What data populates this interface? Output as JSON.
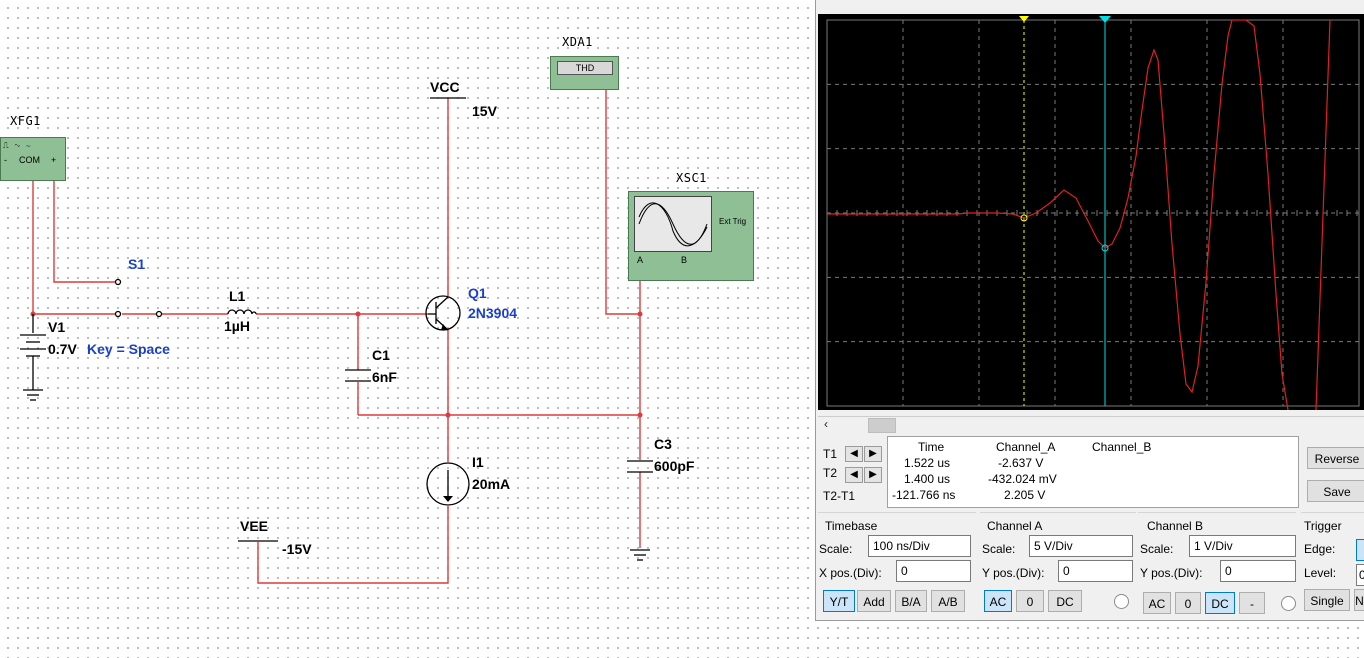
{
  "schematic": {
    "function_generator": {
      "ref": "XFG1",
      "terminals": [
        "-",
        "COM",
        "+"
      ]
    },
    "distortion_analyzer": {
      "ref": "XDA1",
      "display": "THD"
    },
    "oscilloscope_icon": {
      "ref": "XSC1",
      "ext_trig": "Ext Trig",
      "ch_a": "A",
      "ch_b": "B"
    },
    "vcc": {
      "name": "VCC",
      "value": "15V"
    },
    "vee": {
      "name": "VEE",
      "value": "-15V"
    },
    "switch": {
      "ref": "S1",
      "key": "Key = Space"
    },
    "v1": {
      "ref": "V1",
      "value": "0.7V"
    },
    "l1": {
      "ref": "L1",
      "value": "1µH"
    },
    "c1": {
      "ref": "C1",
      "value": "6nF"
    },
    "q1": {
      "ref": "Q1",
      "model": "2N3904"
    },
    "i1": {
      "ref": "I1",
      "value": "20mA"
    },
    "c3": {
      "ref": "C3",
      "value": "600pF"
    }
  },
  "scope": {
    "readout": {
      "headers": [
        "Time",
        "Channel_A",
        "Channel_B"
      ],
      "rows": [
        {
          "label": "T1",
          "time": "1.522 us",
          "a": "-2.637 V",
          "b": ""
        },
        {
          "label": "T2",
          "time": "1.400 us",
          "a": "-432.024 mV",
          "b": ""
        },
        {
          "label": "T2-T1",
          "time": "-121.766 ns",
          "a": "2.205 V",
          "b": ""
        }
      ]
    },
    "buttons": {
      "reverse": "Reverse",
      "save": "Save"
    },
    "timebase": {
      "title": "Timebase",
      "scale_label": "Scale:",
      "scale": "100 ns/Div",
      "xpos_label": "X pos.(Div):",
      "xpos": "0",
      "modes": [
        "Y/T",
        "Add",
        "B/A",
        "A/B"
      ]
    },
    "channel_a": {
      "title": "Channel A",
      "scale_label": "Scale:",
      "scale": "5  V/Div",
      "ypos_label": "Y pos.(Div):",
      "ypos": "0",
      "coupling": [
        "AC",
        "0",
        "DC"
      ]
    },
    "channel_b": {
      "title": "Channel B",
      "scale_label": "Scale:",
      "scale": "1  V/Div",
      "ypos_label": "Y pos.(Div):",
      "ypos": "0",
      "coupling": [
        "AC",
        "0",
        "DC"
      ],
      "minus": "-"
    },
    "trigger": {
      "title": "Trigger",
      "edge_label": "Edge:",
      "level_label": "Level:",
      "level": "0",
      "single": "Single",
      "normal": "N"
    },
    "colors": {
      "trace": "#e02020",
      "cursor1": "#ffff00",
      "cursor2": "#00e0e0",
      "grid": "#7a7a7a",
      "wire": "#e03030"
    }
  }
}
